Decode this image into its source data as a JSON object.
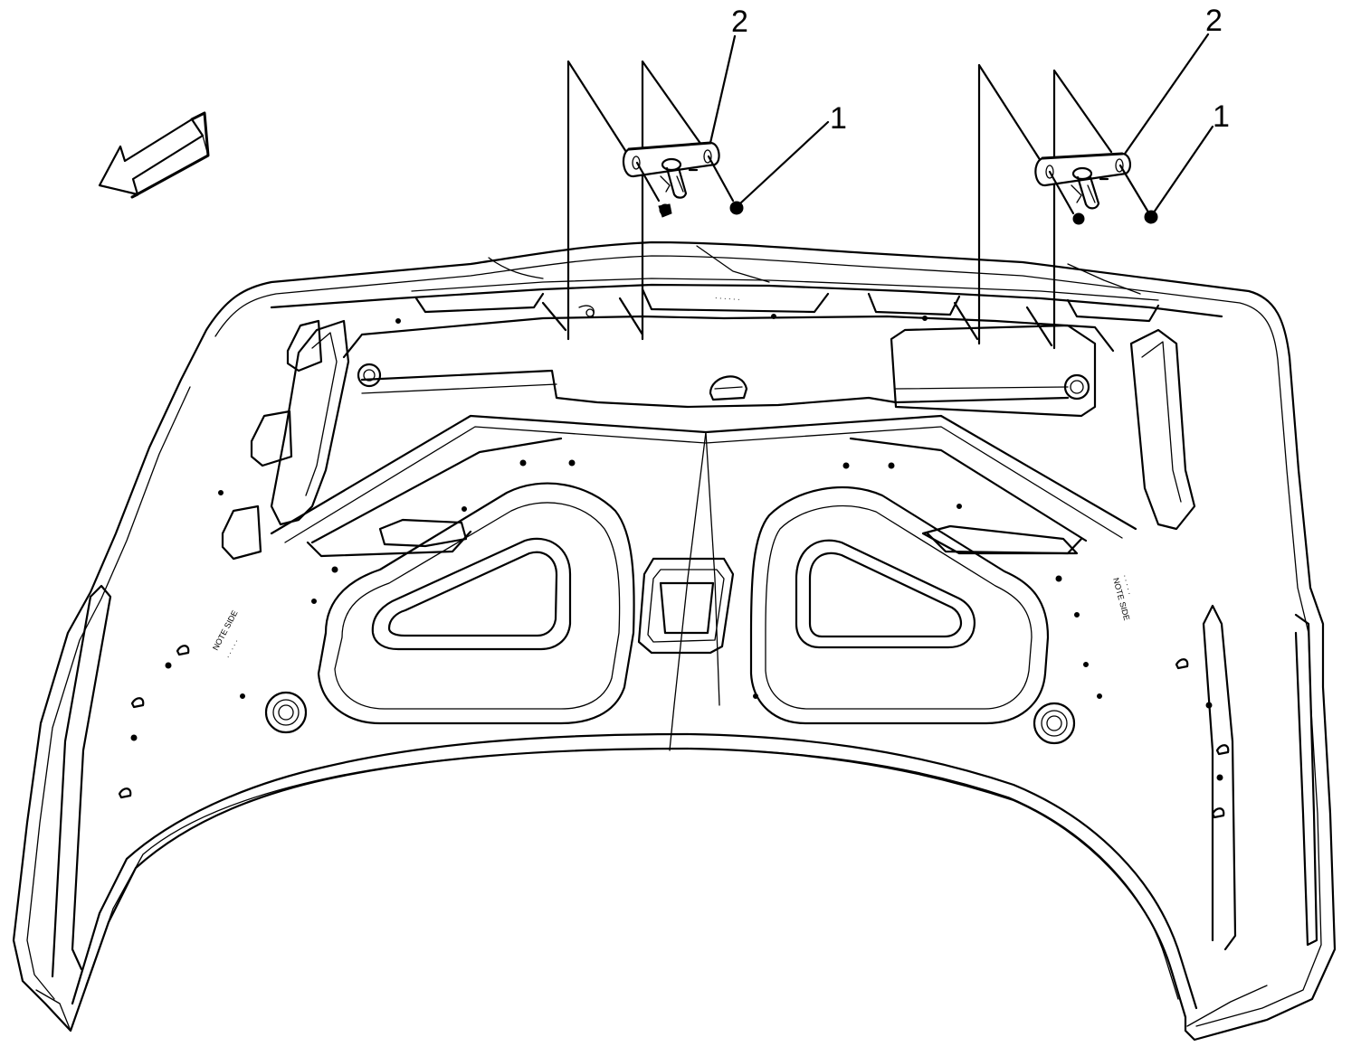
{
  "diagram": {
    "callouts": [
      {
        "id": "left-bracket",
        "label": "2"
      },
      {
        "id": "left-bolt",
        "label": "1"
      },
      {
        "id": "right-bracket",
        "label": "2"
      },
      {
        "id": "right-bolt",
        "label": "1"
      }
    ],
    "direction_arrow": {
      "icon": "front-direction-arrow-icon",
      "points": "forward"
    },
    "line_color": "#000000",
    "background_color": "#ffffff"
  }
}
